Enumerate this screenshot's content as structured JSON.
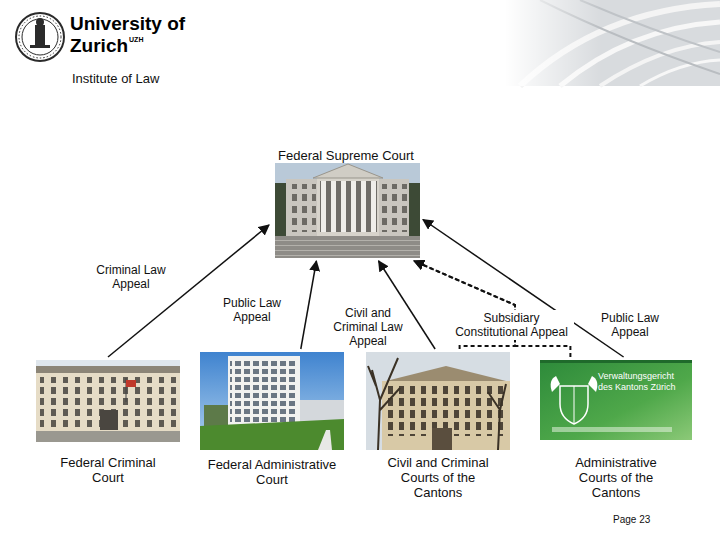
{
  "diagram": {
    "nodes": [
      {
        "text": [
          "Federal Supreme Court"
        ]
      },
      {
        "text": [
          "Federal Criminal Court"
        ]
      },
      {
        "text": [
          "Federal Administrative Court"
        ]
      },
      {
        "text": [
          "Civil and Criminal Courts of the Cantons"
        ]
      },
      {
        "text": [
          "Administrative Courts of the Cantons"
        ]
      }
    ],
    "edges": [
      {
        "from": 1,
        "to": 0,
        "arrow": "to",
        "label": "Criminal Law Appeal"
      },
      {
        "from": 2,
        "to": 0,
        "arrow": "to",
        "label": "Public Law Appeal"
      },
      {
        "from": 3,
        "to": 0,
        "arrow": "to",
        "label": "Civil and Criminal Law Appeal"
      },
      {
        "from": 3,
        "to": 0,
        "arrow": "to",
        "label": "Subsidiary Constitutional Appeal"
      },
      {
        "from": 4,
        "to": 0,
        "arrow": "to"
      },
      {
        "from": 4,
        "to": 0,
        "arrow": "to",
        "label": "Public Law Appeal"
      }
    ],
    "labels": [
      "University of Zurich",
      "UZH",
      "Institute of Law",
      "Verwaltungsgericht des Kantons Zürich",
      "Page 23"
    ]
  }
}
